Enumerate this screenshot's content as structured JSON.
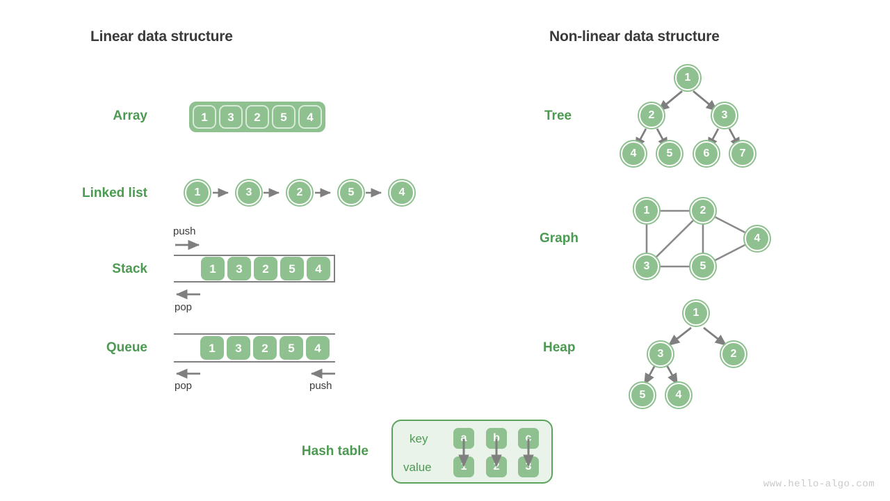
{
  "headings": {
    "linear": "Linear data structure",
    "nonlinear": "Non-linear data structure"
  },
  "colors": {
    "green_fill": "#8fc08f",
    "green_label": "#4c9a52",
    "green_border": "#5da35d",
    "panel_bg": "#e9f3e9",
    "arrow_gray": "#7f7f7f",
    "line_gray": "#808080",
    "heading_dark": "#3a3a3a",
    "watermark_gray": "#c9c9c9"
  },
  "linear": {
    "array": {
      "label": "Array",
      "values": [
        "1",
        "3",
        "2",
        "5",
        "4"
      ]
    },
    "linked_list": {
      "label": "Linked list",
      "values": [
        "1",
        "3",
        "2",
        "5",
        "4"
      ]
    },
    "stack": {
      "label": "Stack",
      "values": [
        "1",
        "3",
        "2",
        "5",
        "4"
      ],
      "push_label": "push",
      "pop_label": "pop"
    },
    "queue": {
      "label": "Queue",
      "values": [
        "1",
        "3",
        "2",
        "5",
        "4"
      ],
      "pop_label": "pop",
      "push_label": "push"
    },
    "hash_table": {
      "label": "Hash table",
      "key_label": "key",
      "value_label": "value",
      "keys": [
        "a",
        "b",
        "c"
      ],
      "values": [
        "1",
        "2",
        "3"
      ]
    }
  },
  "nonlinear": {
    "tree": {
      "label": "Tree",
      "nodes": [
        "1",
        "2",
        "3",
        "4",
        "5",
        "6",
        "7"
      ],
      "edges": [
        [
          0,
          1
        ],
        [
          0,
          2
        ],
        [
          1,
          3
        ],
        [
          1,
          4
        ],
        [
          2,
          5
        ],
        [
          2,
          6
        ]
      ]
    },
    "graph": {
      "label": "Graph",
      "nodes": [
        "1",
        "2",
        "3",
        "4",
        "5"
      ],
      "edges": [
        [
          0,
          1
        ],
        [
          0,
          2
        ],
        [
          1,
          2
        ],
        [
          1,
          3
        ],
        [
          1,
          4
        ],
        [
          2,
          4
        ],
        [
          3,
          4
        ]
      ]
    },
    "heap": {
      "label": "Heap",
      "nodes": [
        "1",
        "3",
        "2",
        "5",
        "4"
      ],
      "edges": [
        [
          0,
          1
        ],
        [
          0,
          2
        ],
        [
          1,
          3
        ],
        [
          1,
          4
        ]
      ]
    }
  },
  "watermark": "www.hello-algo.com"
}
